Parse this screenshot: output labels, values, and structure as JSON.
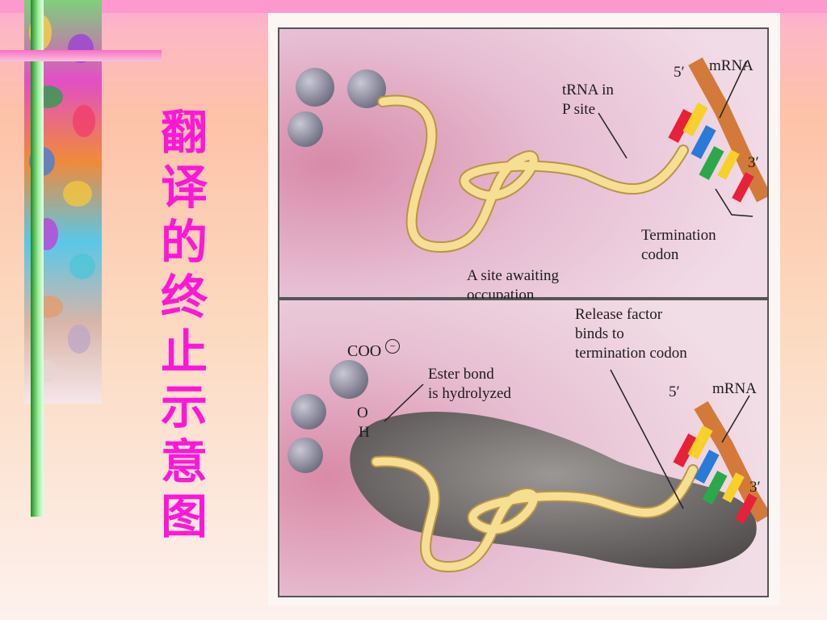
{
  "slide": {
    "title_chars": [
      "翻",
      "译",
      "的",
      "终",
      "止",
      "示",
      "意",
      "图"
    ]
  },
  "diagram": {
    "top": {
      "trna_label": [
        "tRNA in",
        "P site"
      ],
      "five_prime": "5′",
      "mrna": "mRNA",
      "three_prime": "3′",
      "termination_codon": [
        "Termination",
        "codon"
      ],
      "a_site": [
        "A site awaiting",
        "occupation"
      ]
    },
    "bottom": {
      "coo": "COO",
      "charge": "−",
      "ester_bond": [
        "Ester bond",
        "is hydrolyzed"
      ],
      "o": "O",
      "h": "H",
      "release_factor": [
        "Release factor",
        "binds to",
        "termination codon"
      ],
      "five_prime": "5′",
      "mrna": "mRNA",
      "three_prime": "3′"
    }
  },
  "colors": {
    "title": "#ff17d8",
    "trna": "#f3d27a",
    "sphere": "#8d8c9c",
    "release_factor": "#6c6866"
  }
}
